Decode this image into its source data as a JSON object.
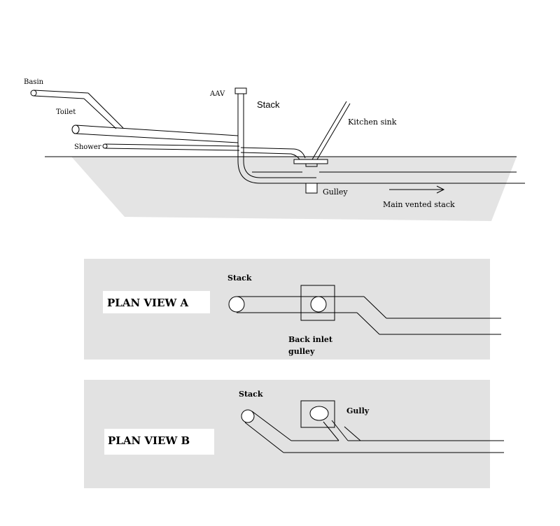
{
  "elevation": {
    "labels": {
      "basin": "Basin",
      "toilet": "Toilet",
      "shower": "Shower",
      "aav": "AAV",
      "stack": "Stack",
      "kitchen_sink": "Kitchen sink",
      "gulley": "Gulley",
      "main_vented_stack": "Main vented stack"
    }
  },
  "plan_a": {
    "title": "PLAN VIEW  A",
    "stack_label": "Stack",
    "gulley_label_line1": "Back inlet",
    "gulley_label_line2": "gulley"
  },
  "plan_b": {
    "title": "PLAN VIEW  B",
    "stack_label": "Stack",
    "gully_label": "Gully"
  },
  "colors": {
    "ground": "#e4e4e4",
    "panel": "#e2e2e2",
    "line": "#000000",
    "label_bg": "#ffffff"
  }
}
